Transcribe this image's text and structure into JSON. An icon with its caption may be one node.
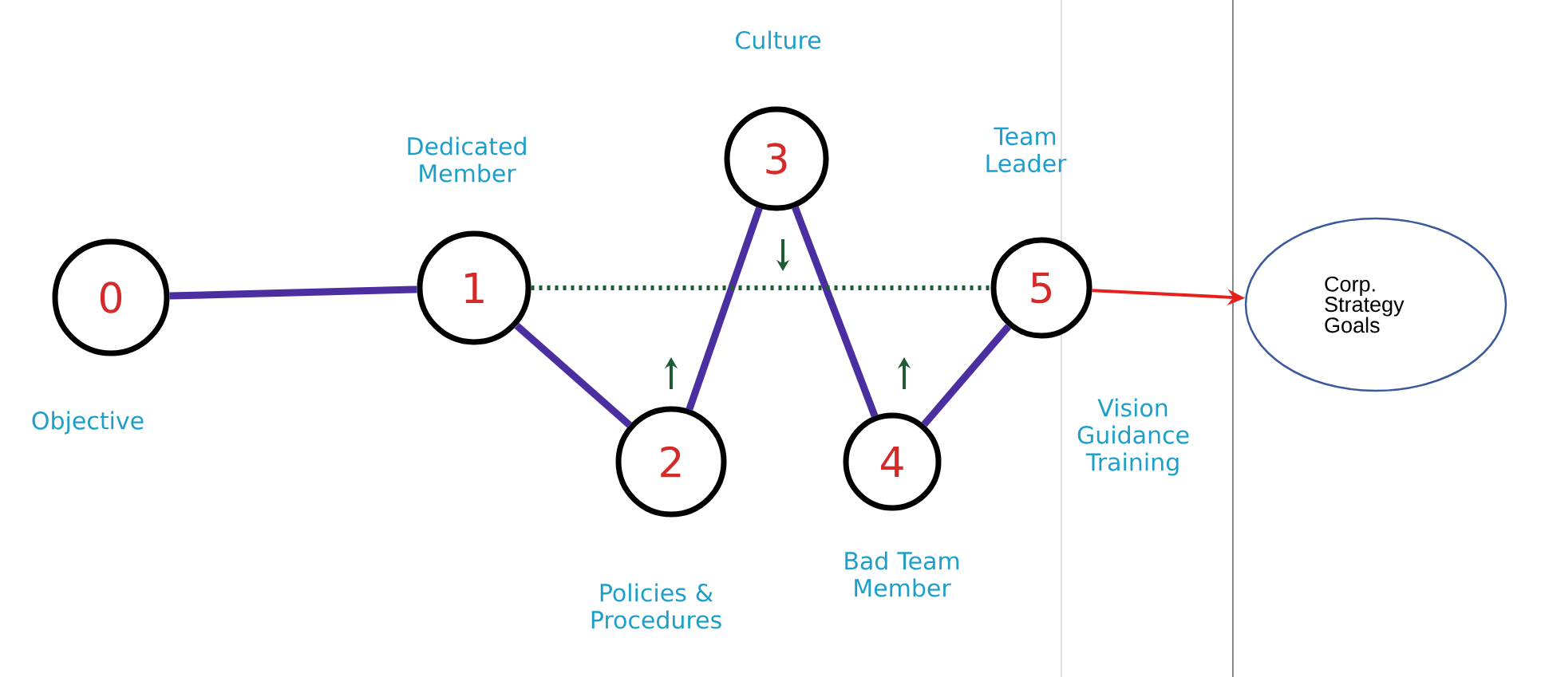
{
  "diagram": {
    "nodes": [
      {
        "text": [
          "0"
        ],
        "beside": [
          "Objective"
        ]
      },
      {
        "text": [
          "1"
        ],
        "beside": [
          "Dedicated Member"
        ]
      },
      {
        "text": [
          "2"
        ],
        "beside": [
          "Policies & Procedures"
        ]
      },
      {
        "text": [
          "3"
        ],
        "beside": [
          "Culture"
        ]
      },
      {
        "text": [
          "4"
        ],
        "beside": [
          "Bad Team Member"
        ]
      },
      {
        "text": [
          "5"
        ],
        "beside": [
          "Team Leader",
          "Vision Guidance Training"
        ]
      },
      {
        "text": [
          "Corp. Strategy Goals"
        ]
      }
    ],
    "edges": [
      {
        "from": 0,
        "to": 1,
        "arrow": "none"
      },
      {
        "from": 1,
        "to": 2,
        "arrow": "none"
      },
      {
        "from": 2,
        "to": 3,
        "arrow": "none"
      },
      {
        "from": 3,
        "to": 4,
        "arrow": "none"
      },
      {
        "from": 4,
        "to": 5,
        "arrow": "none"
      },
      {
        "from": 1,
        "to": 5,
        "arrow": "none",
        "style": "dashed",
        "color": "#1f5c36"
      },
      {
        "from": 5,
        "to": 6,
        "arrow": "to",
        "color": "#e8201c"
      }
    ]
  }
}
